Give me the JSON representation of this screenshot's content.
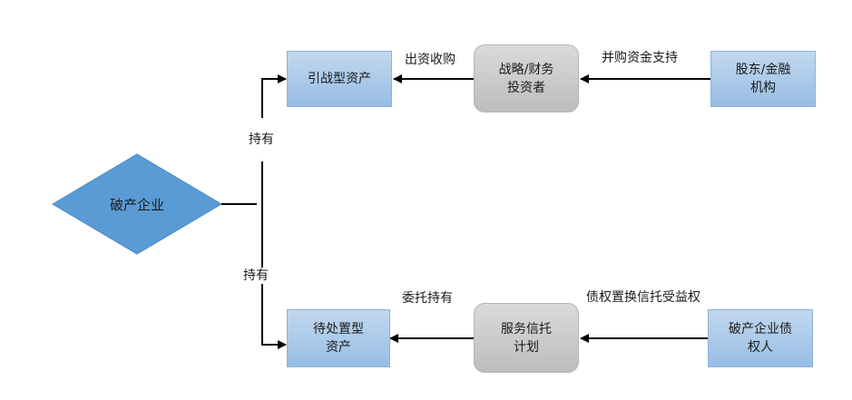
{
  "nodes": {
    "bankrupt": "破产企业",
    "strategic_assets": "引战型资产",
    "investor": "战略/财务\n投资者",
    "shareholders": "股东/金融\n机构",
    "disposal_assets": "待处置型\n资产",
    "trust_plan": "服务信托\n计划",
    "creditors": "破产企业债\n权人"
  },
  "edges": {
    "hold_top": "持有",
    "hold_bottom": "持有",
    "acquisition": "出资收购",
    "ma_funding": "并购资金支持",
    "entrusted": "委托持有",
    "debt_swap": "债权置换信托受益权"
  },
  "colors": {
    "diamond": "#5b9bd5",
    "blue_box": "#9dc3e6",
    "gray_box": "#c8c8c8",
    "line": "#000000"
  }
}
